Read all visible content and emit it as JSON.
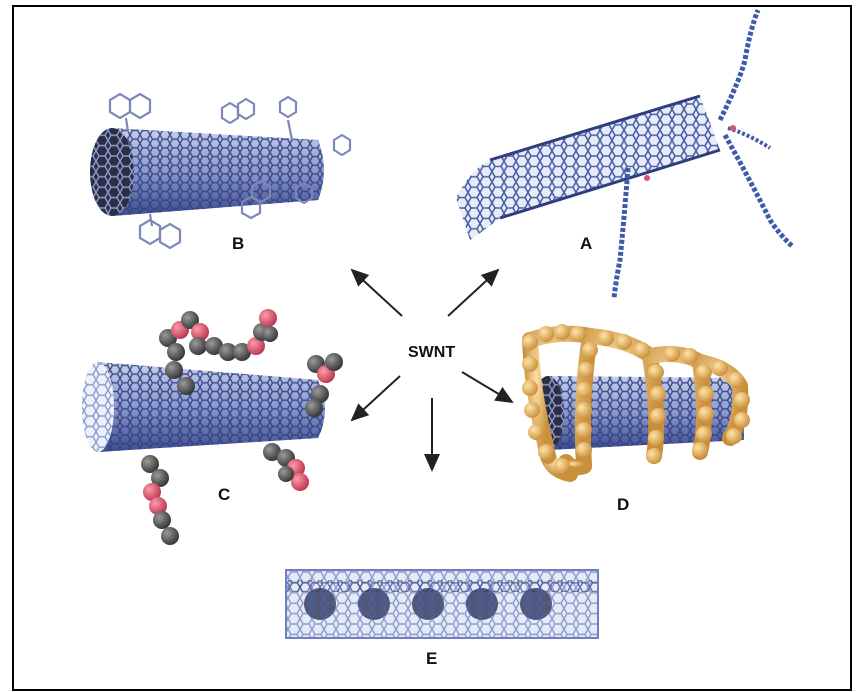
{
  "center_label": "SWNT",
  "panels": [
    {
      "id": "A",
      "label": "A",
      "description_icon": "nanotube-with-polymer-chains-icon"
    },
    {
      "id": "B",
      "label": "B",
      "description_icon": "nanotube-with-aromatic-groups-icon"
    },
    {
      "id": "C",
      "label": "C",
      "description_icon": "nanotube-with-molecular-attachments-icon"
    },
    {
      "id": "D",
      "label": "D",
      "description_icon": "nanotube-wrapped-by-helix-icon"
    },
    {
      "id": "E",
      "label": "E",
      "description_icon": "nanotube-filled-with-fullerenes-icon"
    }
  ],
  "colors": {
    "tube_blue": "#5a6fb3",
    "tube_dark": "#2f3f7e",
    "tube_light": "#c9d2ee",
    "polymer_blue": "#3f5aa8",
    "atom_red": "#d9536b",
    "atom_gray": "#555555",
    "helix_tan": "#e8b45e",
    "arrow": "#222222",
    "frame": "#000000"
  }
}
